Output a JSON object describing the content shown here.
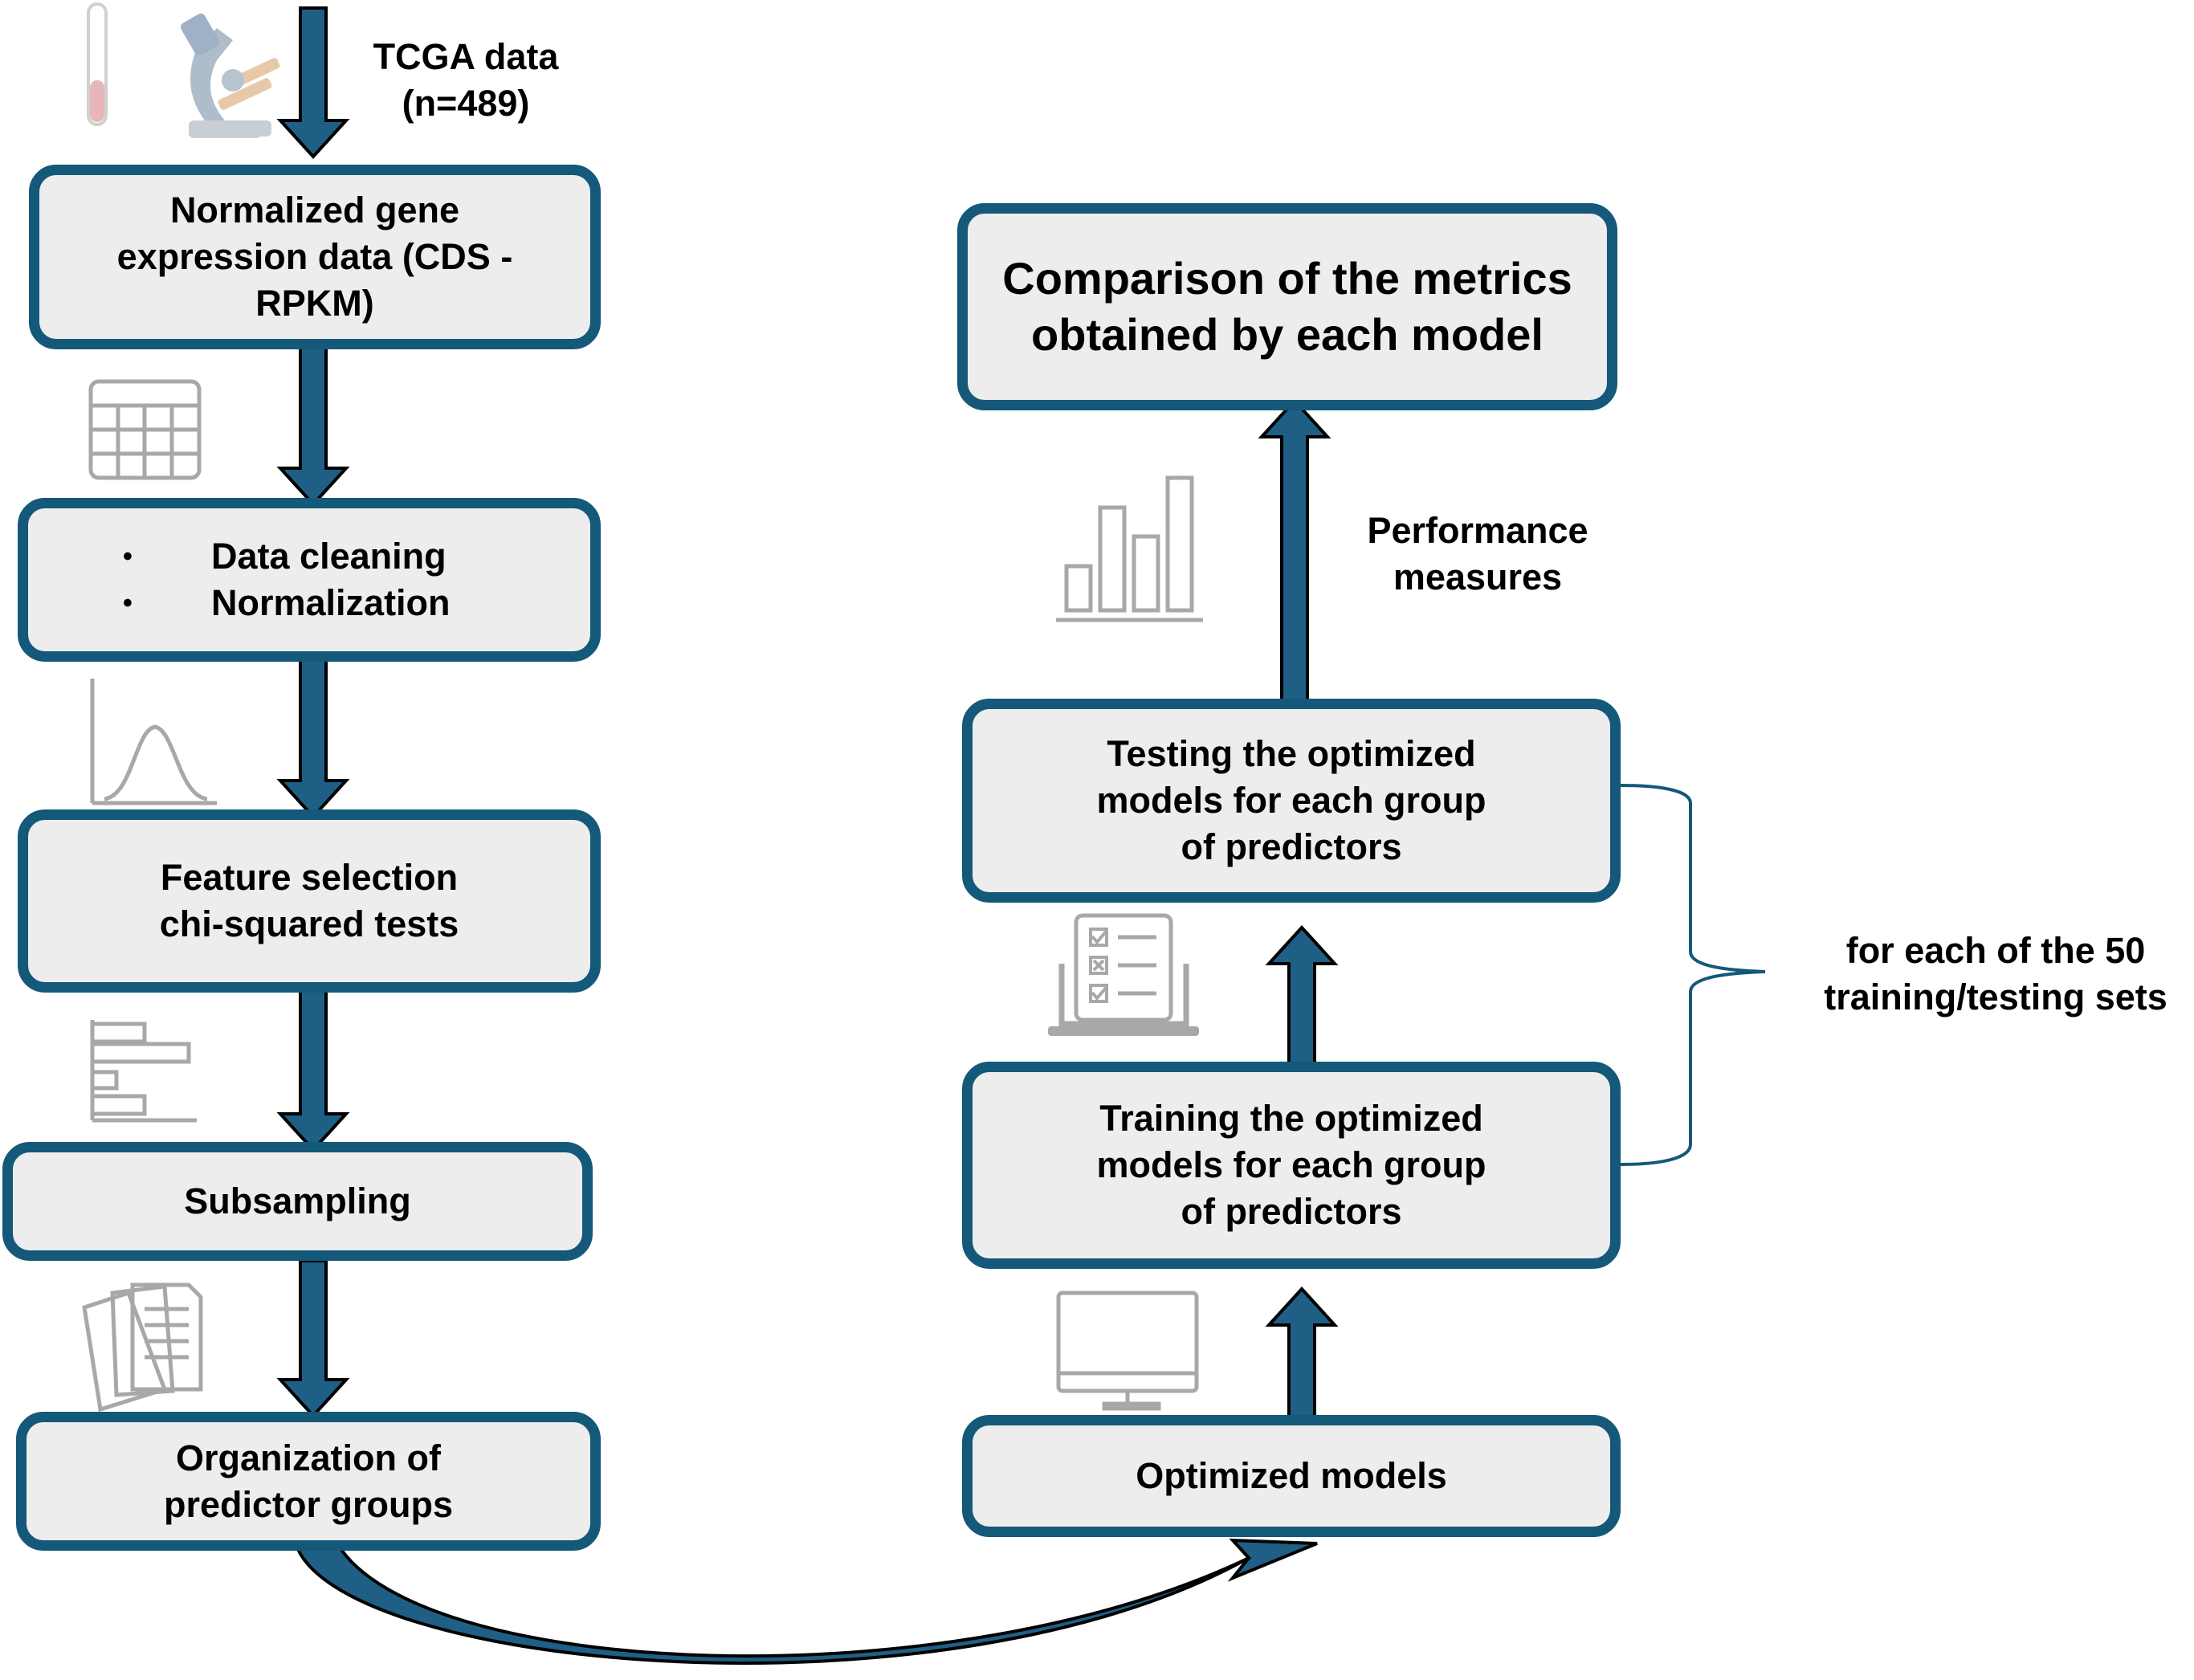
{
  "colors": {
    "box_border": "#14587a",
    "box_fill": "#ededed",
    "arrow": "#1f5f86",
    "icon_gray": "#a8a8a8"
  },
  "input_label": {
    "line1": "TCGA data",
    "line2": "(n=489)"
  },
  "left_steps": {
    "normalized": {
      "line1": "Normalized gene",
      "line2": "expression data (CDS -",
      "line3": "RPKM)"
    },
    "cleaning": {
      "item1": "Data cleaning",
      "item2": "Normalization",
      "bullet": "•"
    },
    "feature": {
      "line1": "Feature selection",
      "line2": "chi-squared tests"
    },
    "subsampling": {
      "line1": "Subsampling"
    },
    "organization": {
      "line1": "Organization of",
      "line2": "predictor groups"
    }
  },
  "right_steps": {
    "comparison": {
      "line1": "Comparison of the metrics",
      "line2": "obtained by each model"
    },
    "testing": {
      "line1": "Testing the optimized",
      "line2": "models for each group",
      "line3": "of predictors"
    },
    "training": {
      "line1": "Training the optimized",
      "line2": "models for each group",
      "line3": "of predictors"
    },
    "optimized": {
      "line1": "Optimized models"
    }
  },
  "performance_label": {
    "line1": "Performance",
    "line2": "measures"
  },
  "loop_label": {
    "line1": "for each of the 50",
    "line2": "training/testing sets"
  },
  "icons": [
    "test-tube-icon",
    "microscope-icon",
    "table-icon",
    "bell-curve-icon",
    "bar-chart-icon",
    "documents-icon",
    "bar-chart-icon",
    "checklist-laptop-icon",
    "monitor-icon"
  ]
}
